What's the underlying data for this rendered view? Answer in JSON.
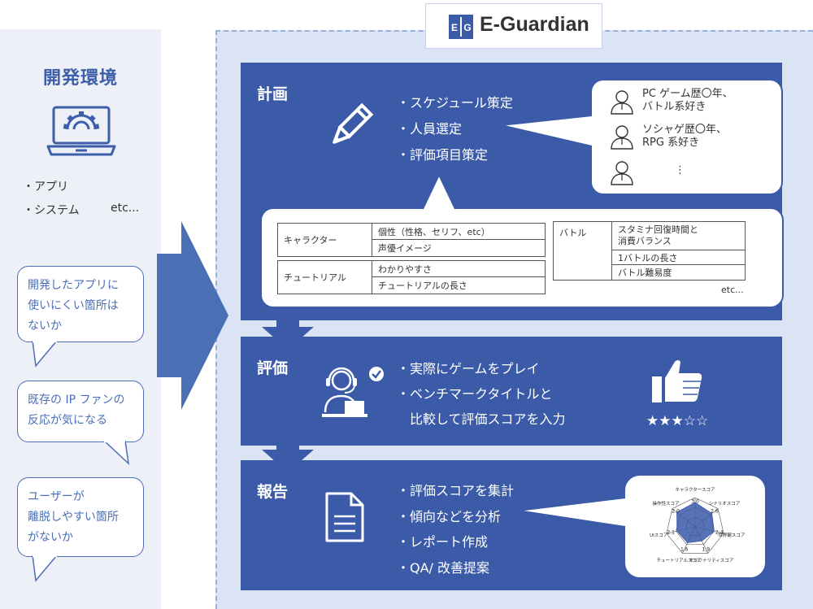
{
  "brand": {
    "name": "E-Guardian",
    "logo_letters": "EG"
  },
  "left": {
    "title": "開発環境",
    "list": [
      "・アプリ",
      "・システム"
    ],
    "list_etc": "etc...",
    "bubbles": [
      [
        "開発したアプリに",
        "使いにくい箇所は",
        "ないか"
      ],
      [
        "既存の IP ファンの",
        "反応が気になる"
      ],
      [
        "ユーザーが",
        "離脱しやすい箇所",
        "がないか"
      ]
    ]
  },
  "plan": {
    "title": "計画",
    "bullets": [
      "・スケジュール策定",
      "・人員選定",
      "・評価項目策定"
    ],
    "personas": [
      [
        "PC ゲーム歴〇年、",
        "バトル系好き"
      ],
      [
        "ソシャゲ歴〇年、",
        "RPG 系好き"
      ],
      [
        "⋮"
      ]
    ],
    "criteria": {
      "character": {
        "label": "キャラクター",
        "items": [
          "個性（性格、セリフ、etc）",
          "声優イメージ"
        ]
      },
      "tutorial": {
        "label": "チュートリアル",
        "items": [
          "わかりやすさ",
          "チュートリアルの長さ"
        ]
      },
      "battle": {
        "label": "バトル",
        "items": [
          "スタミナ回復時間と",
          "消費バランス",
          "1バトルの長さ",
          "バトル難易度"
        ]
      },
      "etc": "etc..."
    }
  },
  "evaluate": {
    "title": "評価",
    "bullets": [
      "・実際にゲームをプレイ",
      "・ベンチマークタイトルと",
      "　比較して評価スコアを入力"
    ],
    "stars": "★★★☆☆",
    "rating": 3,
    "rating_max": 5
  },
  "report": {
    "title": "報告",
    "bullets": [
      "・評価スコアを集計",
      "・傾向などを分析",
      "・レポート作成",
      "・QA/ 改善提案"
    ]
  },
  "chart_data": {
    "type": "radar",
    "title": "",
    "axes": [
      "キャラクタースコア",
      "シナリオスコア",
      "世界観スコア",
      "オリジナリティスコア",
      "チュートリアルスコア",
      "UIスコア",
      "操作性スコア"
    ],
    "values": [
      2.5,
      2.2,
      2.0,
      1.6,
      1.8,
      1.9,
      2.4
    ],
    "tick_labels": [
      "3.0",
      "2.6",
      "2.4",
      "1.9",
      "1.6",
      "2.1",
      "2.0"
    ],
    "range": [
      0,
      3
    ],
    "rings": 3,
    "colors": {
      "fill": "#3b5ba8",
      "grid": "#555555"
    }
  },
  "colors": {
    "primary": "#3b5ba8",
    "accent": "#4a6fb5",
    "panel": "#edf0f7",
    "frame": "#dbe4f5"
  },
  "icons": [
    "laptop-gear-icon",
    "pencil-icon",
    "person-icon",
    "headset-operator-icon",
    "check-circle-icon",
    "thumbs-up-icon",
    "document-icon",
    "down-arrow-icon",
    "right-arrow-icon"
  ]
}
